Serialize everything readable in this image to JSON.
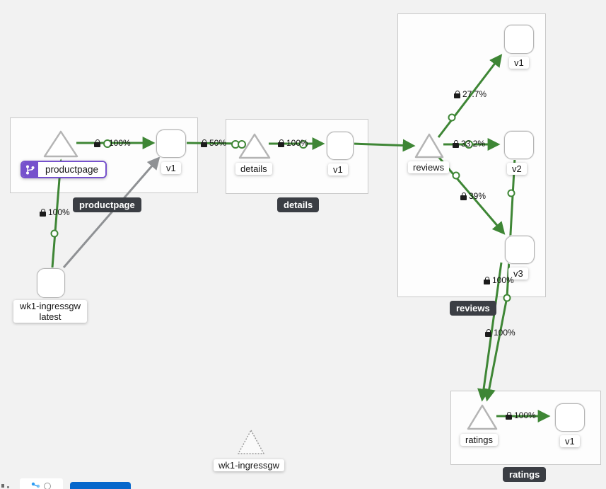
{
  "app": "kiali-traffic-graph",
  "colors": {
    "edge_green": "#3e8635",
    "edge_gray": "#8f9194",
    "badge_purple": "#7652cc",
    "badge_dark": "#3b3e44",
    "button_blue": "#0667cb"
  },
  "groups": {
    "productpage": {
      "badge": "productpage"
    },
    "details": {
      "badge": "details"
    },
    "reviews": {
      "badge": "reviews"
    },
    "ratings": {
      "badge": "ratings"
    }
  },
  "nodes": {
    "productpage_service": {
      "label": "productpage"
    },
    "productpage_v1": {
      "label": "v1"
    },
    "ingress_workload": {
      "label_line1": "wk1-ingressgw",
      "label_line2": "latest"
    },
    "details_service": {
      "label": "details"
    },
    "details_v1": {
      "label": "v1"
    },
    "reviews_service": {
      "label": "reviews"
    },
    "reviews_v1": {
      "label": "v1"
    },
    "reviews_v2": {
      "label": "v2"
    },
    "reviews_v3": {
      "label": "v3"
    },
    "ratings_service": {
      "label": "ratings"
    },
    "ratings_v1": {
      "label": "v1"
    },
    "idle_ingress_service": {
      "label": "wk1-ingressgw"
    }
  },
  "edges": {
    "ingress_to_productpage": {
      "label": "100%"
    },
    "productpage_to_v1": {
      "label": "100%"
    },
    "productpage_v1_to_details": {
      "label": "50%"
    },
    "details_to_v1": {
      "label": "100%"
    },
    "reviews_to_v1": {
      "label": "27.7%"
    },
    "reviews_to_v2": {
      "label": "33.2%"
    },
    "reviews_to_v3": {
      "label": "39%"
    },
    "v3_to_ratings": {
      "label": "100%"
    },
    "v2_to_ratings": {
      "label": "100%"
    },
    "ratings_to_v1": {
      "label": "100%"
    }
  }
}
